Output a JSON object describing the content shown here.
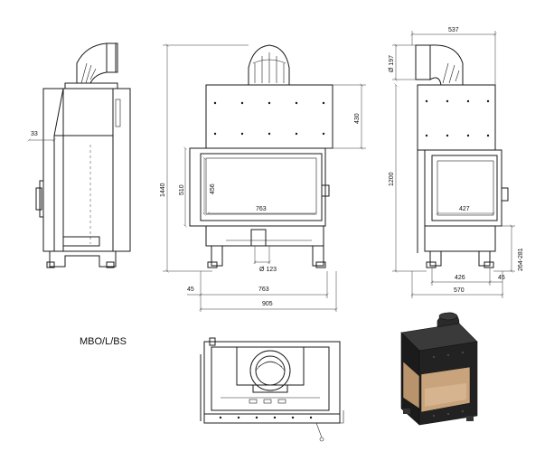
{
  "model_label": "MBO/L/BS",
  "dimensions": {
    "side_left_offset": "33",
    "total_height": "1440",
    "front_upper": "430",
    "front_door_outer": "510",
    "front_door_inner": "456",
    "front_glass_width": "763",
    "flue_diameter": "Ø 123",
    "front_leg": "45",
    "front_frame_width": "763",
    "front_total_width": "905",
    "right_top_width": "537",
    "right_flue": "Ø 197",
    "right_height": "1200",
    "right_glass_width": "427",
    "right_leg_height": "264-281",
    "right_base": "426",
    "right_leg": "45",
    "right_total_width": "570"
  },
  "colors": {
    "line": "#1a1a1a",
    "body_dark": "#1e1e1e",
    "glass": "#c9a37c"
  }
}
